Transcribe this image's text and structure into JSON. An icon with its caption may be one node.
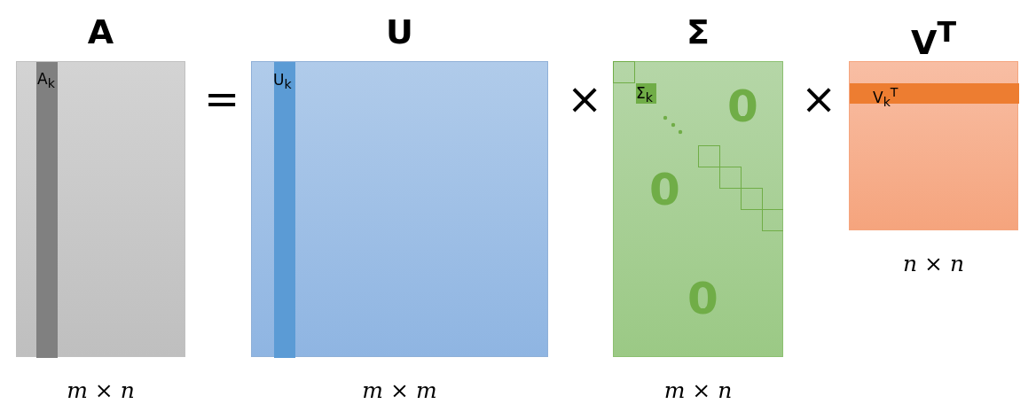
{
  "diagram": {
    "nodes": [
      {
        "text": [
          "A"
        ],
        "beside": [
          "*m* × *n*"
        ]
      },
      {
        "text": [
          "A$_{k}$"
        ],
        "in": 0
      },
      {
        "text": [
          "U"
        ],
        "beside": [
          "*m* × *m*"
        ]
      },
      {
        "text": [
          "U$_{k}$"
        ],
        "in": 2
      },
      {
        "text": [
          "Σ"
        ],
        "beside": [
          "*m* × *n*"
        ]
      },
      {
        "text": [
          "Σ$_{k}$"
        ],
        "in": 4
      },
      {
        "text": [
          "V$^{T}$"
        ],
        "beside": [
          "*n* × *n*"
        ]
      },
      {
        "text": [
          "V$_{k}$$^{T}$"
        ],
        "in": 6
      }
    ],
    "edges": [],
    "labels": [
      "=",
      "×",
      "×",
      "0",
      "0",
      "0"
    ]
  }
}
